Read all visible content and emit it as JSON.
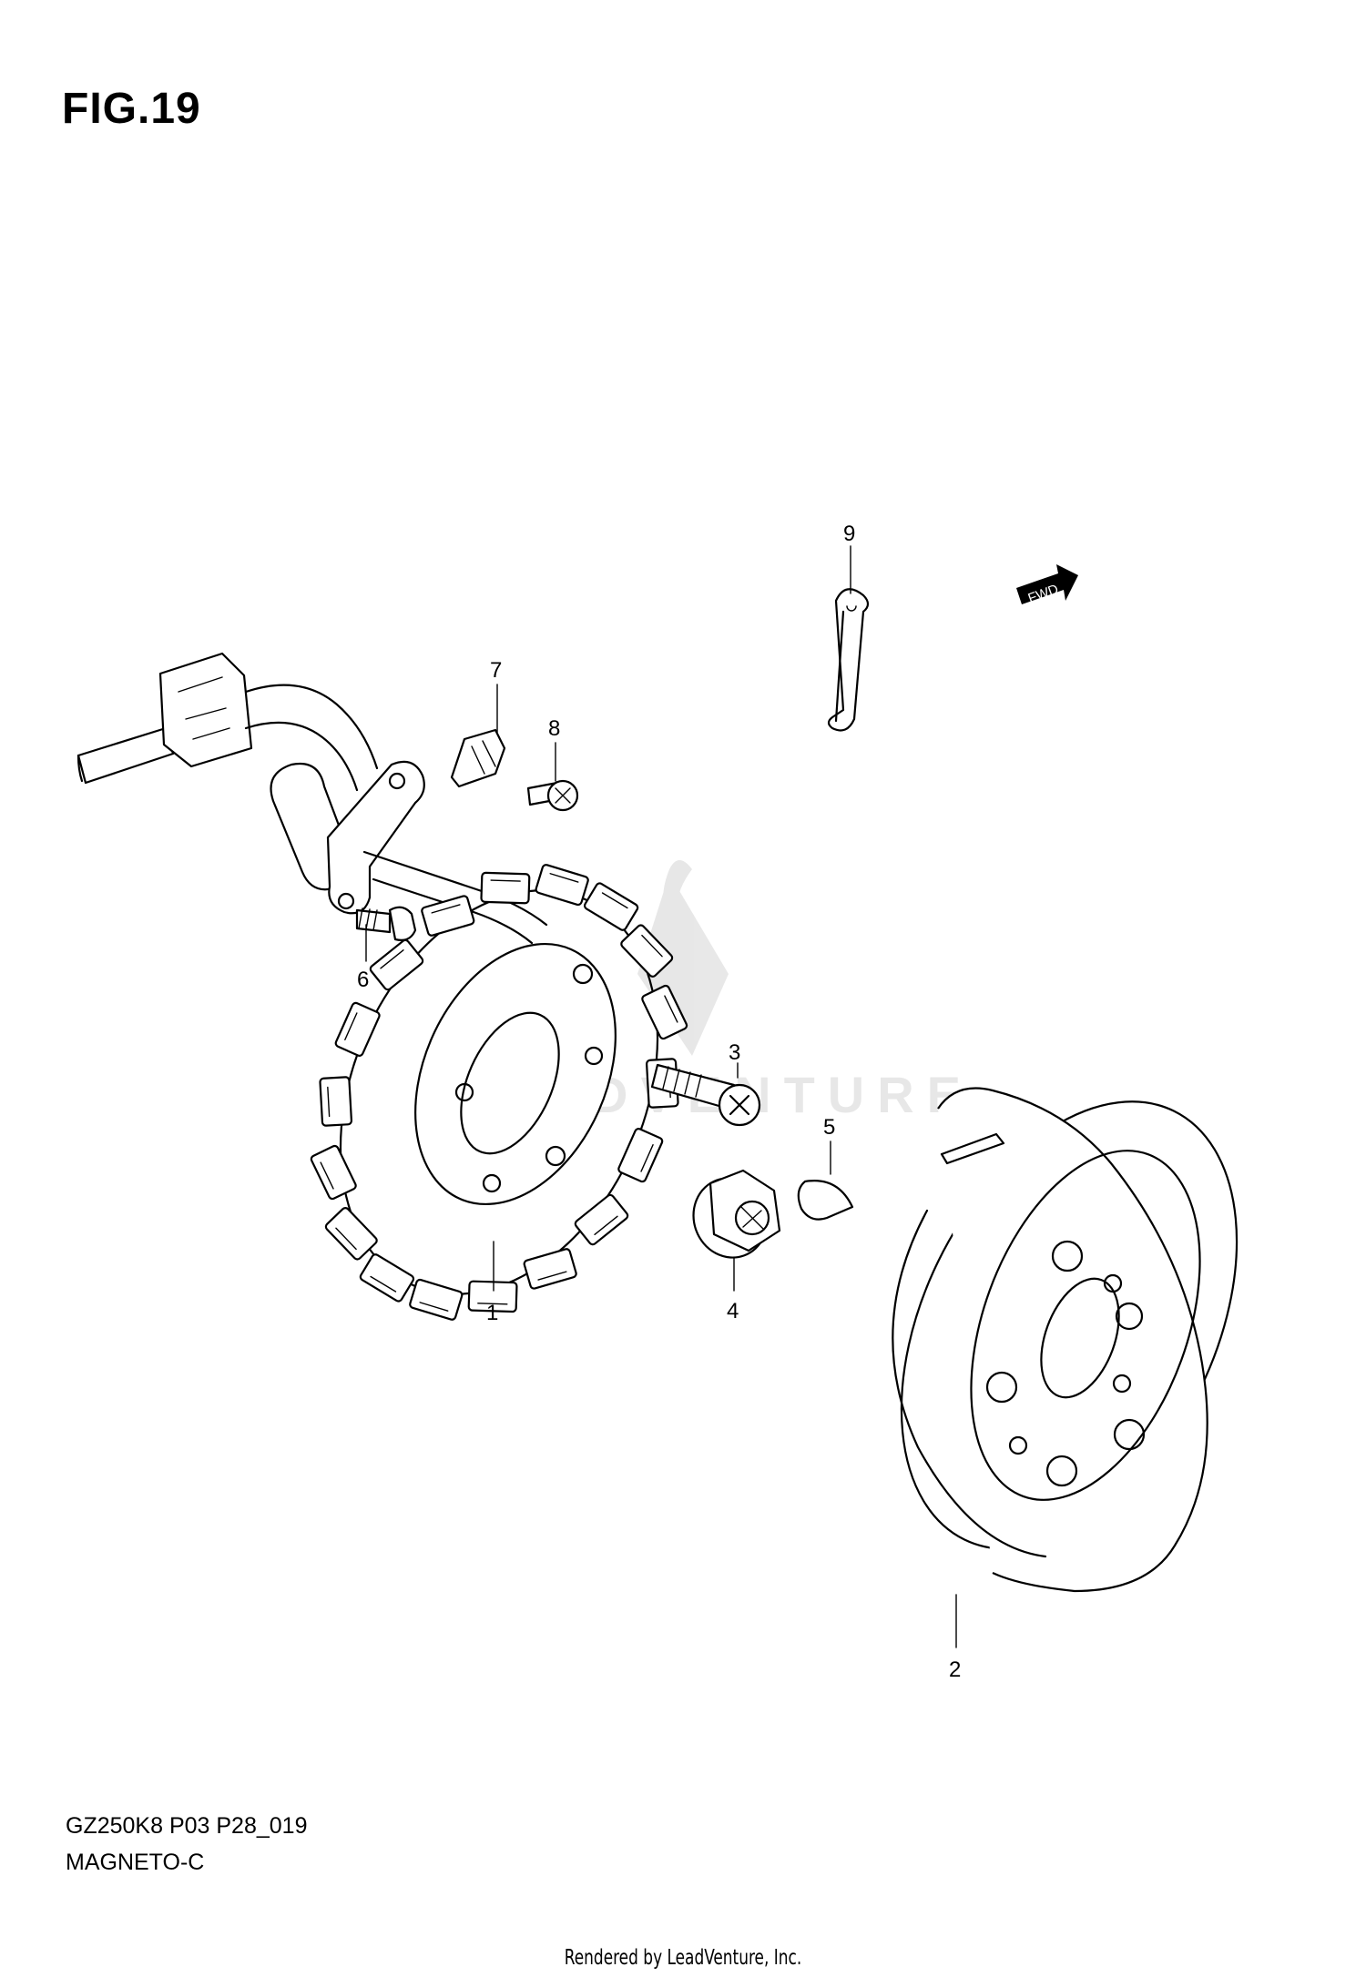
{
  "figure": {
    "title": "FIG.19",
    "code": "GZ250K8 P03 P28_019",
    "name": "MAGNETO-C"
  },
  "callouts": [
    {
      "id": "1",
      "label": "1"
    },
    {
      "id": "2",
      "label": "2"
    },
    {
      "id": "3",
      "label": "3"
    },
    {
      "id": "4",
      "label": "4"
    },
    {
      "id": "5",
      "label": "5"
    },
    {
      "id": "6",
      "label": "6"
    },
    {
      "id": "7",
      "label": "7"
    },
    {
      "id": "8",
      "label": "8"
    },
    {
      "id": "9",
      "label": "9"
    }
  ],
  "fwd_badge": "FWD",
  "watermark": "LEADVENTURE",
  "rendered_by": "Rendered by LeadVenture, Inc."
}
